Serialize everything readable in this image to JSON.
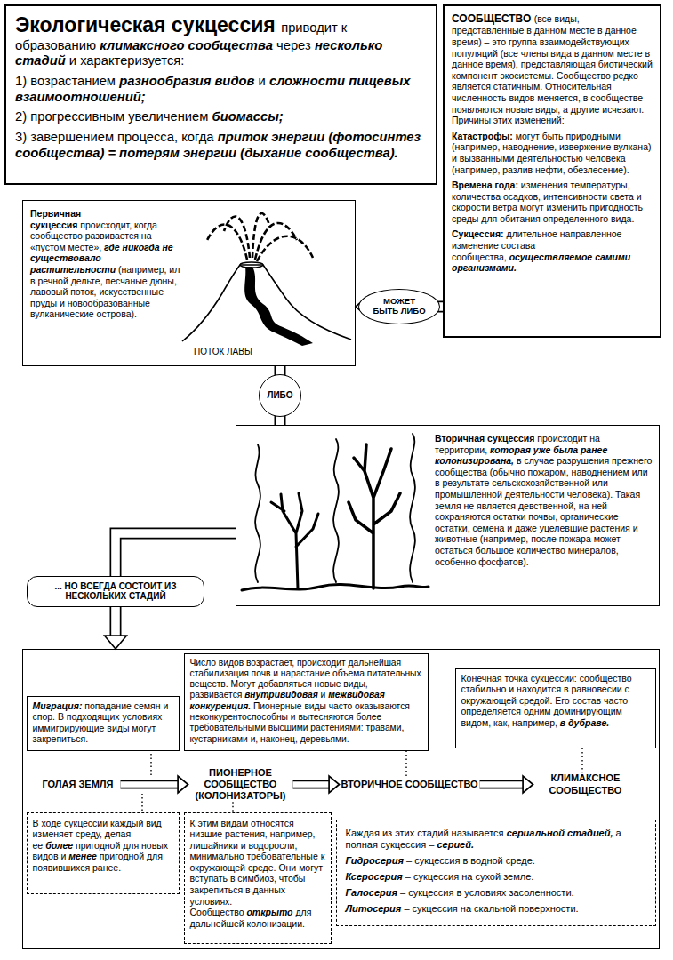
{
  "diagram": {
    "nodes": [
      {
        "text": [
          "Экологическая сукцессия",
          "приводит к образованию",
          "климаксного сообщества",
          "через",
          "несколько стадий",
          "и характеризуется:",
          "1) возрастанием",
          "разнообразия видов",
          "и",
          "сложности пищевых взаимоотношений;",
          "2) прогрессивным увеличением",
          "биомассы;",
          "3) завершением процесса, когда",
          "приток энергии (фотосинтез сообщества) = потерям энергии (дыхание сообщества)."
        ]
      },
      {
        "text": [
          "СООБЩЕСТВО",
          "(все виды, представленные в данном месте в данное время) – это группа взаимодействующих популяций (все члены вида в данном месте в данное время), представляющая биотический компонент экосистемы. Сообщество редко является статичным. Относительная численность видов меняется, в сообществе появляются новые виды, а другие исчезают. Причины этих изменений:",
          "Катастрофы:",
          "могут быть природными (например, наводнение, извержение вулкана) и вызванными деятельностью человека (например, разлив нефти, обезлесение).",
          "Времена года:",
          "изменения температуры, количества осадков, интенсивности света и скорости ветра могут изменить пригодность среды для обитания определенного вида.",
          "Сукцессия:",
          "длительное направленное изменение состава сообщества,",
          "осуществляемое самими организмами."
        ]
      },
      {
        "text": [
          "Первичная сукцессия",
          "происходит, когда сообщество развивается на «пустом месте»,",
          "где никогда не существовало растительности",
          "(например, ил в речной дельте, песчаные дюны, лавовый поток, искусственные пруды и новообразованные вулканические острова)."
        ]
      },
      {
        "text": [
          "Вторичная сукцессия",
          "происходит на территории,",
          "которая уже была ранее колонизирована,",
          "в случае разрушения прежнего сообщества (обычно пожаром, наводнением или в результате сельскохозяйственной или промышленной деятельности человека). Такая земля не является девственной, на ней сохраняются остатки почвы, органические остатки, семена и даже уцелевшие растения и животные (например, после пожара может остаться большое количество минералов, особенно фосфатов)."
        ]
      },
      {
        "text": []
      },
      {
        "text": [
          "Миграция:",
          "попадание семян и спор. В подходящих условиях иммигрирующие виды могут закрепиться."
        ],
        "in": 4
      },
      {
        "text": [
          "Число видов возрастает, происходит дальнейшая стабилизация почв и нарастание объема питательных веществ. Могут добавляться новые виды, развивается",
          "внутривидовая",
          "и",
          "межвидовая конкуренция.",
          "Пионерные виды часто оказываются неконкурентоспособны и вытесняются более требовательными высшими растениями: травами, кустарниками и, наконец, деревьями."
        ],
        "in": 4
      },
      {
        "text": [
          "Конечная точка сукцессии: сообщество стабильно и находится в равновесии с окружающей средой. Его состав часто определяется одним доминирующим видом, как, например,",
          "в дубраве."
        ],
        "in": 4
      },
      {
        "text": [
          "ГОЛАЯ ЗЕМЛЯ"
        ],
        "in": 4
      },
      {
        "text": [
          "ПИОНЕРНОЕ СООБЩЕСТВО (КОЛОНИЗАТОРЫ)"
        ],
        "in": 4
      },
      {
        "text": [
          "ВТОРИЧНОЕ СООБЩЕСТВО"
        ],
        "in": 4
      },
      {
        "text": [
          "КЛИМАКСНОЕ СООБЩЕСТВО"
        ],
        "in": 4
      },
      {
        "text": [
          "В ходе сукцессии каждый вид изменяет среду, делая ее",
          "более",
          "пригодной для новых видов и",
          "менее",
          "пригодной для появившихся ранее."
        ],
        "in": 4
      },
      {
        "text": [
          "К этим видам относятся низшие растения, например, лишайники и водоросли, минимально требовательные к окружающей среде. Они могут вступать в симбиоз, чтобы закрепиться в данных условиях. Сообщество",
          "открыто",
          "для дальнейшей колонизации."
        ],
        "in": 4
      },
      {
        "text": [
          "Каждая из этих стадий называется",
          "сериальной стадией,",
          "а полная сукцессия –",
          "серией.",
          "Гидросерия",
          "– сукцессия в водной среде.",
          "Ксеросерия",
          "– сукцессия на сухой земле.",
          "Галосерия",
          "– сукцессия в условиях засоленности.",
          "Литосерия",
          "– сукцессия на скальной поверхности."
        ],
        "in": 4
      }
    ],
    "edges": [
      {
        "from": 1,
        "to": 2,
        "label": "МОЖЕТ БЫТЬ ЛИБО",
        "arrow": "to"
      },
      {
        "from": 2,
        "to": 3,
        "label": "ЛИБО",
        "arrow": "none"
      },
      {
        "from": 3,
        "to": 4,
        "label": "... НО ВСЕГДА СОСТОИТ ИЗ НЕСКОЛЬКИХ СТАДИЙ",
        "arrow": "to"
      },
      {
        "from": 8,
        "to": 9,
        "arrow": "to"
      },
      {
        "from": 9,
        "to": 10,
        "arrow": "to"
      },
      {
        "from": 10,
        "to": 11,
        "arrow": "to"
      },
      {
        "from": 6,
        "to": 10,
        "arrow": "none"
      },
      {
        "from": 7,
        "to": 11,
        "arrow": "none"
      },
      {
        "from": 9,
        "to": 13,
        "arrow": "none"
      }
    ],
    "labels": [
      "ПОТОК ЛАВЫ"
    ]
  }
}
